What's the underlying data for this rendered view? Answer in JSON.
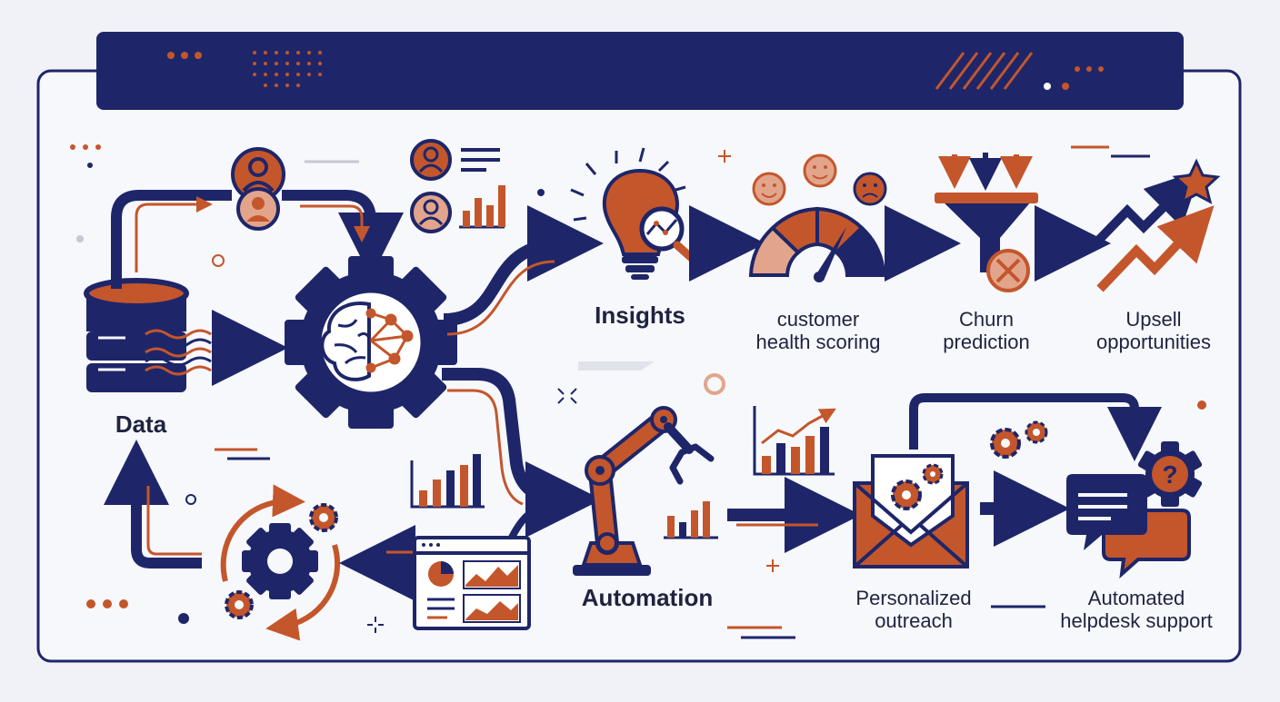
{
  "colors": {
    "navy": "#1e2669",
    "orange": "#c4562c",
    "light_orange": "#e2a58c",
    "background": "#f1f2f7",
    "panel": "#f7f8fb"
  },
  "labels": {
    "data": "Data",
    "insights": "Insights",
    "health_line1": "customer",
    "health_line2": "health scoring",
    "churn_line1": "Churn",
    "churn_line2": "prediction",
    "upsell_line1": "Upsell",
    "upsell_line2": "opportunities",
    "automation": "Automation",
    "outreach_line1": "Personalized",
    "outreach_line2": "outreach",
    "helpdesk_line1": "Automated",
    "helpdesk_line2": "helpdesk support"
  },
  "icons": [
    "database-icon",
    "customer-profile-icon",
    "ai-brain-gear-icon",
    "lightbulb-insight-icon",
    "sentiment-faces-icon",
    "health-gauge-icon",
    "churn-funnel-icon",
    "upsell-arrows-icon",
    "robot-arm-icon",
    "analytics-dashboard-icon",
    "refresh-gears-icon",
    "email-outreach-icon",
    "helpdesk-chat-icon"
  ]
}
